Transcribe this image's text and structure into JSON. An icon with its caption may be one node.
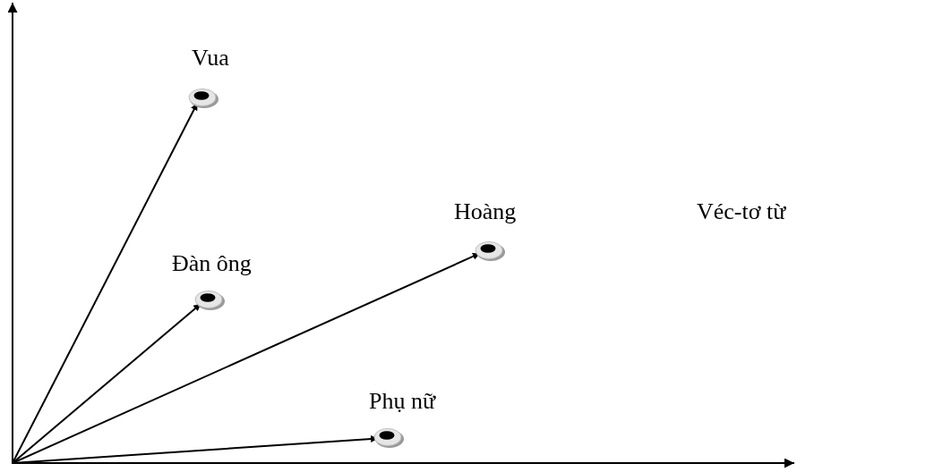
{
  "diagram": {
    "nodes": [
      {
        "text": [],
        "shape": "circle",
        "beside": [
          "Vua"
        ]
      },
      {
        "text": [],
        "shape": "circle",
        "beside": [
          "Hoàng"
        ]
      },
      {
        "text": [],
        "shape": "circle",
        "beside": [
          "Đàn ông"
        ]
      },
      {
        "text": [],
        "shape": "circle",
        "beside": [
          "Phụ nữ"
        ]
      }
    ],
    "edges": [
      {
        "from": null,
        "to": 0,
        "arrow": "to"
      },
      {
        "from": null,
        "to": 2,
        "arrow": "to"
      },
      {
        "from": null,
        "to": 1,
        "arrow": "to"
      },
      {
        "from": null,
        "to": 3,
        "arrow": "to"
      }
    ],
    "labels": [
      "Véc-tơ từ"
    ]
  }
}
